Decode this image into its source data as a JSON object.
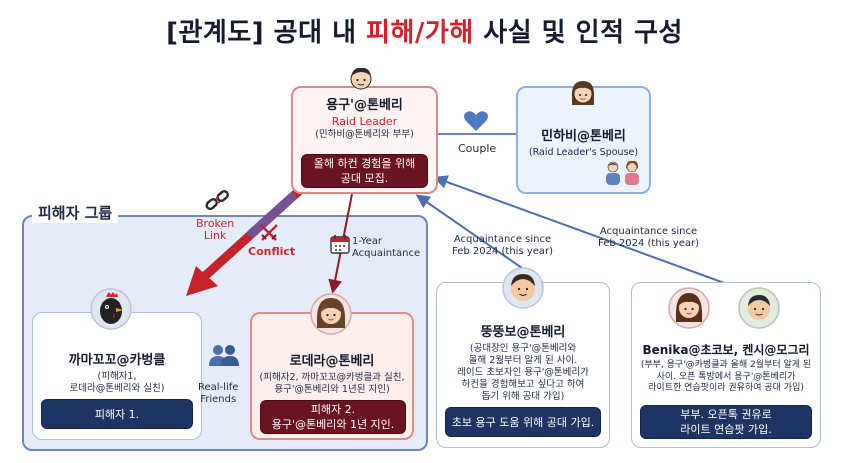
{
  "title": {
    "part1": "[관계도] 공대 내 ",
    "part2": "피해/가해",
    "part3": " 사실 및 인적 구성"
  },
  "group_label": "피해자 그룹",
  "leader": {
    "name": "용구'@톤베리",
    "role": "Raid Leader",
    "desc": "(민하비@톤베리와 부부)",
    "box": "올해 하컨 경험을 위해\n공대 모집."
  },
  "spouse": {
    "name": "민하비@톤베리",
    "desc": "(Raid Leader's Spouse)"
  },
  "victim1": {
    "name": "까마꼬꼬@카벙클",
    "desc": "(피해자1,\n로데라@톤베리와 실친)",
    "box": "피해자 1."
  },
  "victim2": {
    "name": "로데라@톤베리",
    "desc": "(피해자2, 까마꼬꼬@카벙클과 실친,\n용구'@톤베리와 1년된 지인)",
    "box": "피해자 2.\n용구'@톤베리와 1년 지인."
  },
  "member3": {
    "name": "뚱뚱보@톤베리",
    "desc": "(공대장인 용구'@톤베리와\n올해 2월부터 알게 된 사이.\n레이드 초보자인 용구'@톤베리가\n하컨을 경험해보고 싶다고 하여\n돕기 위해 공대 가입)",
    "box": "초보 용구 도움 위해 공대 가입."
  },
  "member4": {
    "name": "Benika@초코보, 켄시@모그리",
    "desc": "(부부, 용구'@카벙클과 올해 2월부터 알게 된\n사이. 오픈 톡방에서 용구'@톤베리가\n라이트한 연습팟이라 권유하여 공대 가입)",
    "box": "부부. 오픈톡 권유로\n라이트 연습팟 가입."
  },
  "edges": {
    "couple": "Couple",
    "broken_link": "Broken\nLink",
    "conflict": "Conflict",
    "one_year": "1-Year\nAcquaintance",
    "acq_feb_1": "Acquaintance since\nFeb 2024 (this year)",
    "acq_feb_2": "Acquaintance since\nFeb 2024 (this year)",
    "real_life": "Real-life\nFriends"
  },
  "icons": [
    "heart-icon",
    "broken-chain-icon",
    "crossed-swords-icon",
    "calendar-icon",
    "friends-icon",
    "couple-icon"
  ],
  "colors": {
    "accent_red": "#d4212b",
    "maroon": "#6a1421",
    "navy": "#1e3463",
    "group_bg": "#e6ecf7",
    "link_blue": "#4d6fb0"
  }
}
